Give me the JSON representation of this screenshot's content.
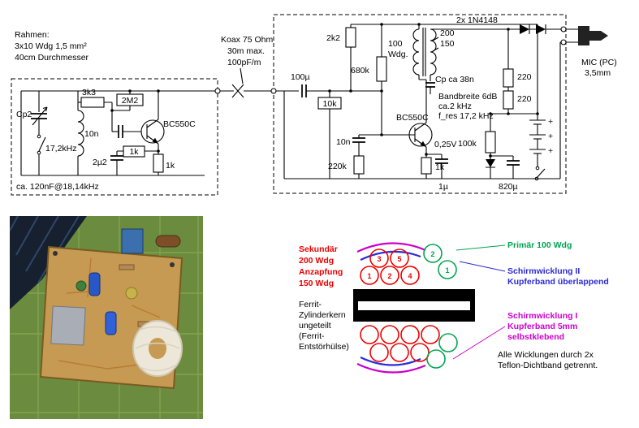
{
  "antenna_schematic": {
    "notes": {
      "l1": "Rahmen:",
      "l2": "3x10 Wdg 1,5 mm²",
      "l3": "40cm Durchmesser"
    },
    "labels": {
      "cp2": "Cp2",
      "freq": "17,2kHz",
      "r_3k3": "3k3",
      "r_2m2": "2M2",
      "c_10n": "10n",
      "transistor": "BC550C",
      "r_1k_series": "1k",
      "c_2u2": "2µ2",
      "r_1k_emitter": "1k",
      "cap_note": "ca. 120nF@18,14kHz"
    }
  },
  "coax_note": {
    "l1": "Koax 75 Ohm",
    "l2": "30m max.",
    "l3": "100pF/m"
  },
  "receiver_schematic": {
    "labels": {
      "r_2k2": "2k2",
      "c_100u": "100µ",
      "r_10k": "10k",
      "r_680k": "680k",
      "wdg_l1": "100",
      "wdg_l2": "Wdg.",
      "tap_200": "200",
      "tap_150": "150",
      "diodes": "2x 1N4148",
      "cp": "Cp ca 38n",
      "r_220_a": "220",
      "r_220_b": "220",
      "bw_l1": "Bandbreite 6dB",
      "bw_l2": "ca.2 kHz",
      "bw_l3": "f_res 17,2 kHz",
      "transistor": "BC550C",
      "c_10n": "10n",
      "v_emitter": "0,25V",
      "r_220k": "220k",
      "r_1k": "1k",
      "c_1u": "1µ",
      "r_100k": "100k",
      "c_820u": "820µ",
      "plus1": "+",
      "plus2": "+",
      "plus3": "+",
      "mic_l1": "MIC (PC)",
      "mic_l2": "3,5mm"
    }
  },
  "winding_diagram": {
    "secondary": {
      "l1": "Sekundär",
      "l2": "200 Wdg",
      "l3": "Anzapfung",
      "l4": "150 Wdg",
      "color": "#ee0000"
    },
    "primary": {
      "label": "Primär 100 Wdg",
      "color": "#00a651"
    },
    "shield2": {
      "l1": "Schirmwicklung II",
      "l2": "Kupferband überlappend",
      "color": "#2b2bd6"
    },
    "core": {
      "l1": "Ferrit-",
      "l2": "Zylinderkern",
      "l3": "ungeteilt",
      "l4": "(Ferrit-",
      "l5": "Entstörhülse)"
    },
    "shield1": {
      "l1": "Schirmwicklung I",
      "l2": "Kupferband 5mm",
      "l3": "selbstklebend",
      "color": "#cc00cc"
    },
    "note": {
      "l1": "Alle Wicklungen durch 2x",
      "l2": "Teflon-Dichtband getrennt."
    },
    "upper_red_numbers": [
      "3",
      "5",
      "1",
      "2",
      "4"
    ],
    "green_numbers": [
      "2",
      "1"
    ]
  }
}
